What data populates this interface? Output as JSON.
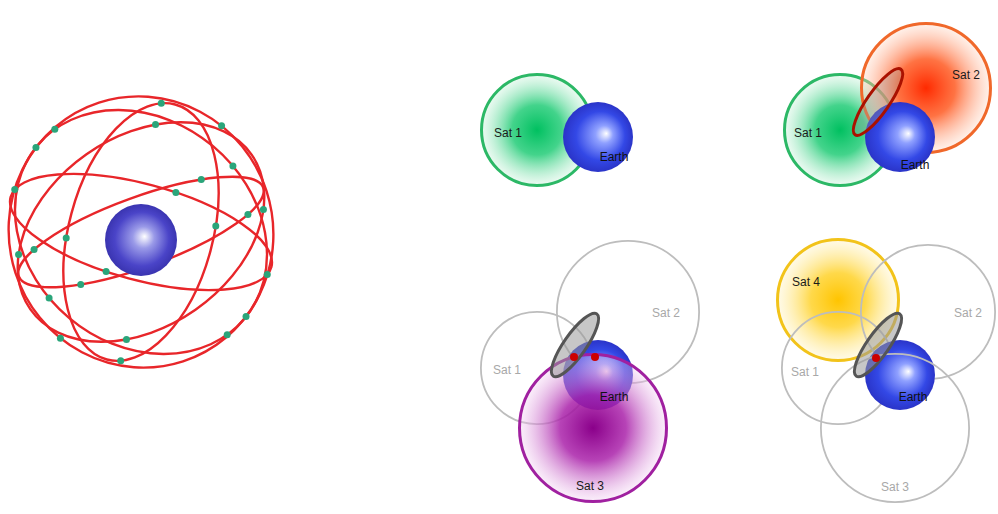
{
  "diagram": {
    "nodes": [
      {
        "text": [
          "Sat 1"
        ]
      },
      {
        "text": [
          "Earth"
        ]
      },
      {
        "text": [
          "Sat 1"
        ]
      },
      {
        "text": [
          "Sat 2"
        ]
      },
      {
        "text": [
          "Earth"
        ]
      },
      {
        "text": [
          "Sat 1"
        ]
      },
      {
        "text": [
          "Sat 2"
        ]
      },
      {
        "text": [
          "Earth"
        ]
      },
      {
        "text": [
          "Sat 3"
        ]
      },
      {
        "text": [
          "Sat 4"
        ]
      },
      {
        "text": [
          "Sat 2"
        ]
      },
      {
        "text": [
          "Sat 1"
        ]
      },
      {
        "text": [
          "Earth"
        ]
      },
      {
        "text": [
          "Sat 3"
        ]
      }
    ]
  }
}
